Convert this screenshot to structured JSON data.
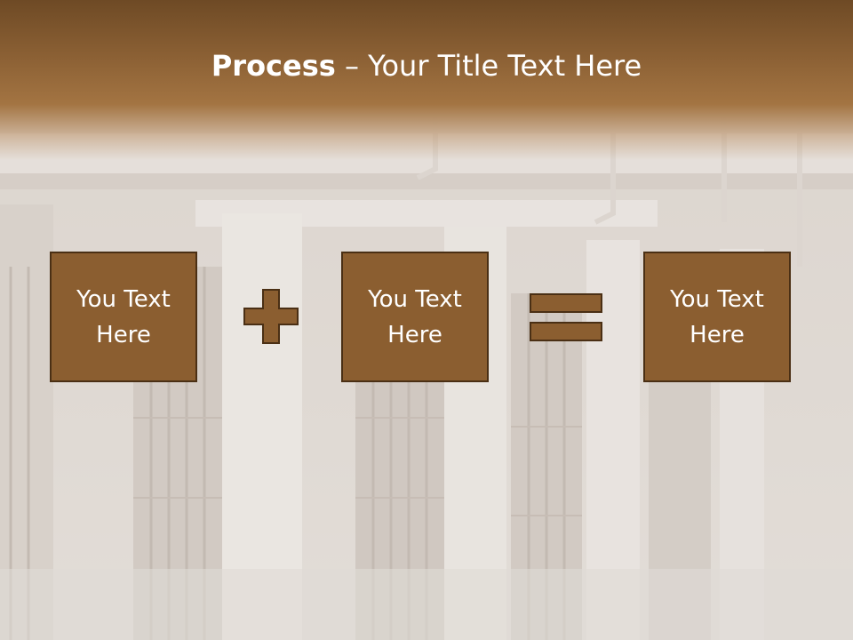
{
  "title": {
    "strong": "Process",
    "rest": " – Your Title Text Here"
  },
  "boxes": [
    {
      "label": "You Text Here"
    },
    {
      "label": "You Text Here"
    },
    {
      "label": "You Text Here"
    }
  ],
  "operators": {
    "first": "plus-icon",
    "second": "equals-icon"
  },
  "colors": {
    "header": "#8b6034",
    "box_fill": "#8b5e30",
    "box_border": "#4a2f14",
    "text": "#ffffff"
  }
}
